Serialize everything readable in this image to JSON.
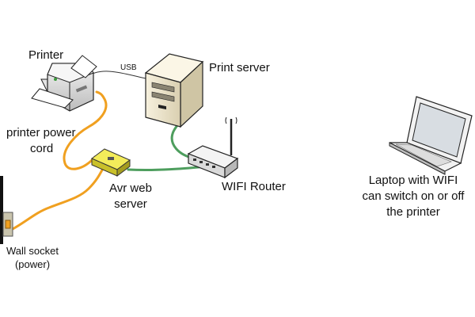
{
  "labels": {
    "printer": "Printer",
    "usb": "USB",
    "print_server": "Print server",
    "printer_power_cord": [
      "printer power",
      "cord"
    ],
    "avr_web_server": [
      "Avr web",
      "server"
    ],
    "wifi_router": "WIFI Router",
    "laptop": [
      "Laptop with WIFI",
      "can switch on or off",
      "the printer"
    ],
    "wall_socket": [
      "Wall socket",
      "(power)"
    ]
  },
  "icons": [
    "printer-icon",
    "server-tower-icon",
    "wifi-router-icon",
    "avr-board-icon",
    "laptop-icon",
    "wall-socket-icon"
  ],
  "colors": {
    "power_cable": "#F0A020",
    "network_cable": "#4E9E5E",
    "usb_cable": "#333333",
    "avr_board": "#E8E030"
  }
}
